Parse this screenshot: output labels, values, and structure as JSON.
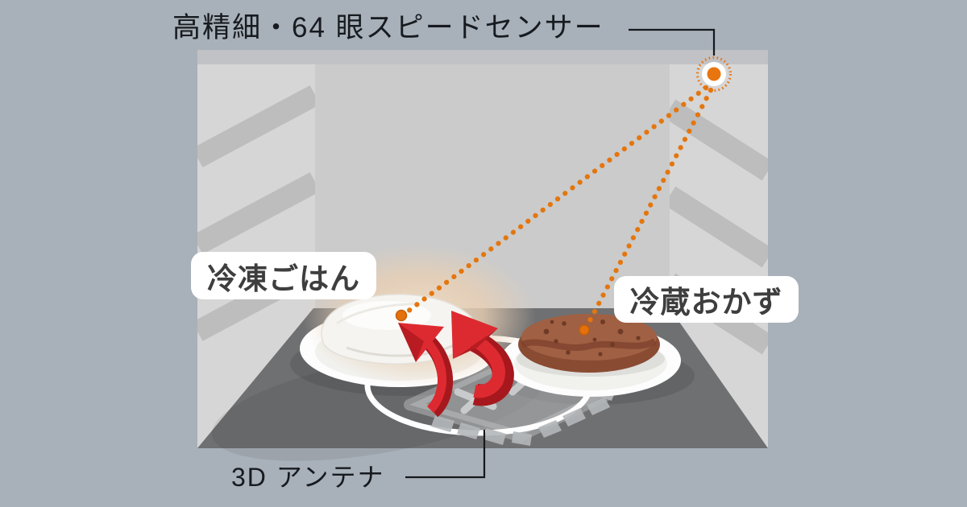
{
  "labels": {
    "sensor": "高精細・64 眼スピードセンサー",
    "frozen_rice": "冷凍ごはん",
    "chilled_dish": "冷蔵おかず",
    "antenna": "3D アンテナ"
  },
  "icons": {
    "sensor_icon": "speed-sensor-dot",
    "beam_icon": "dotted-sensing-beam",
    "arrow_icon": "microwave-heat-arrows",
    "antenna_icon": "3d-antenna-plate"
  },
  "colors": {
    "background": "#a8b0b9",
    "accent_orange": "#e8750f",
    "arrow_red": "#dd2a30",
    "arrow_red_dark": "#a6181d",
    "wall_side": "#d6d6d6",
    "wall_stripe": "#bdbdbd",
    "wall_back": "#cbcbcb",
    "ceiling_band": "#c1c2c5",
    "floor": "#6f7072",
    "plate_white": "#fdfdfd",
    "rice_white": "#f6f4f0",
    "patty_brown": "#8a4b33",
    "label_text": "#171b20",
    "bubble_bg": "#ffffff",
    "bubble_text": "#3e3e3e",
    "leader_line": "#15181c"
  }
}
